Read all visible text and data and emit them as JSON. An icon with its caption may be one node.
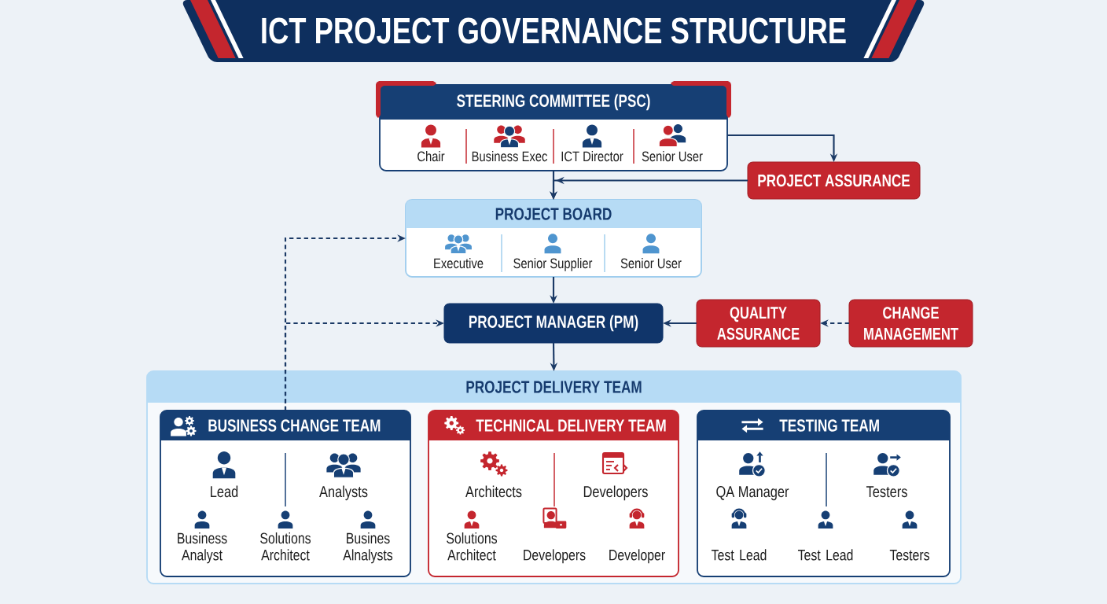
{
  "diagram": {
    "title": "ICT PROJECT GOVERNANCE STRUCTURE",
    "nodes": [
      {
        "text": [
          "STEERING COMMITTEE (PSC)",
          "Chair",
          "Business Exec",
          "ICT Director",
          "Senior User"
        ]
      },
      {
        "text": [
          "PROJECT ASSURANCE"
        ]
      },
      {
        "text": [
          "PROJECT BOARD",
          "Executive",
          "Senior Supplier",
          "Senior User"
        ]
      },
      {
        "text": [
          "PROJECT MANAGER (PM)"
        ]
      },
      {
        "text": [
          "QUALITY ASSURANCE"
        ]
      },
      {
        "text": [
          "CHANGE MANAGEMENT"
        ]
      },
      {
        "text": [
          "PROJECT DELIVERY TEAM"
        ]
      },
      {
        "text": [
          "BUSINESS CHANGE TEAM",
          "Lead",
          "Analysts",
          "Business Analyst",
          "Solutions Architect",
          "Busines Alnalysts"
        ],
        "in": 6
      },
      {
        "text": [
          "TECHNICAL DELIVERY TEAM",
          "Architects",
          "Developers",
          "Solutions Architect",
          "Developers",
          "Developer"
        ],
        "in": 6
      },
      {
        "text": [
          "TESTING TEAM",
          "QA Manager",
          "Testers",
          "Test Lead",
          "Test Lead",
          "Testers"
        ],
        "in": 6
      }
    ],
    "edges": [
      {
        "from": 0,
        "to": 2,
        "arrow": "to"
      },
      {
        "from": 0,
        "to": 1,
        "arrow": "to"
      },
      {
        "from": 1,
        "to": 2,
        "arrow": "to"
      },
      {
        "from": 2,
        "to": 3,
        "arrow": "to"
      },
      {
        "from": 4,
        "to": 3,
        "arrow": "to"
      },
      {
        "from": 5,
        "to": 4,
        "arrow": "to",
        "style": "dashed"
      },
      {
        "from": 3,
        "to": 6,
        "arrow": "to"
      },
      {
        "from": 7,
        "to": 2,
        "arrow": "to",
        "style": "dashed"
      },
      {
        "from": 7,
        "to": 3,
        "arrow": "to",
        "style": "dashed"
      }
    ]
  }
}
